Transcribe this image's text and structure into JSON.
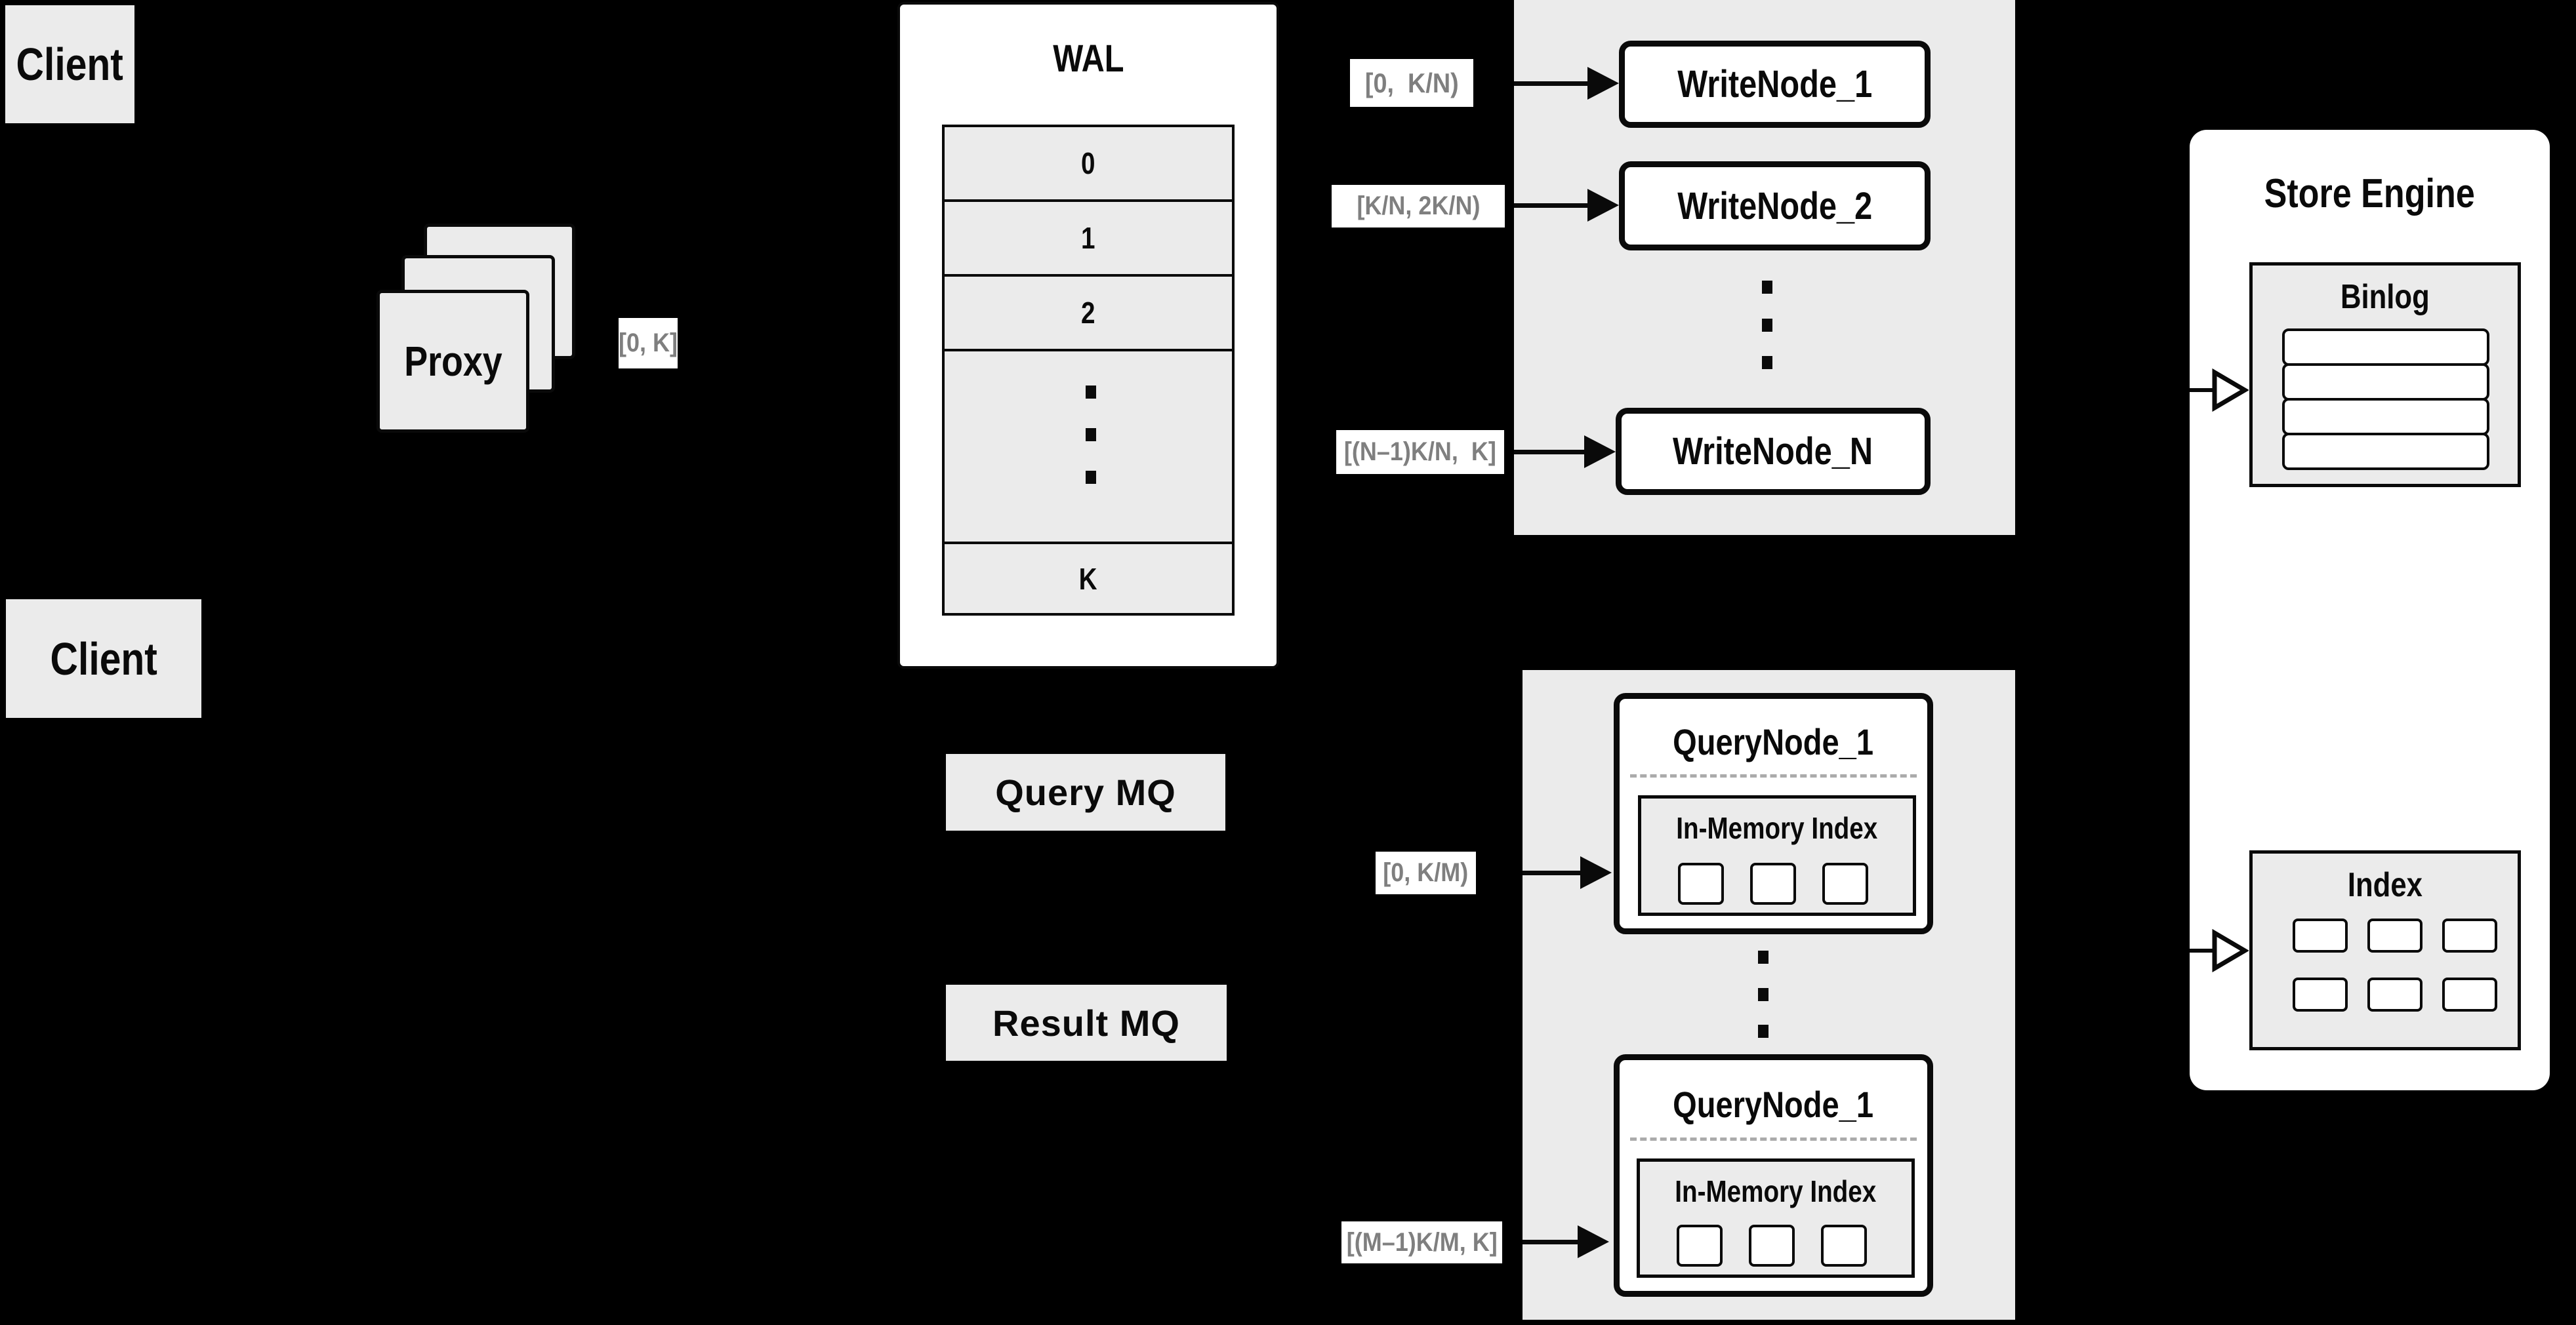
{
  "colors": {
    "background": "#000000",
    "panel_gray": "#ebebeb",
    "box_white": "#ffffff",
    "border_black": "#0a0a0a",
    "interval_text_gray": "#7f7f7f"
  },
  "clients": {
    "top": "Client",
    "bottom": "Client"
  },
  "proxy": {
    "label": "Proxy",
    "interval": "[0, K]"
  },
  "wal": {
    "title": "WAL",
    "rows": [
      "0",
      "1",
      "2"
    ],
    "last_row": "K"
  },
  "write": {
    "nodes": [
      "WriteNode_1",
      "WriteNode_2",
      "WriteNode_N"
    ],
    "intervals": [
      "[0,  K/N)",
      "[K/N, 2K/N)",
      "[(N–1)K/N,  K]"
    ]
  },
  "store": {
    "title": "Store Engine",
    "binlog": "Binlog",
    "index": "Index"
  },
  "mq": {
    "query": "Query MQ",
    "result": "Result MQ"
  },
  "query": {
    "nodes": [
      {
        "title": "QueryNode_1",
        "memory": "In-Memory Index"
      },
      {
        "title": "QueryNode_1",
        "memory": "In-Memory Index"
      }
    ],
    "intervals": [
      "[0, K/M)",
      "[(M–1)K/M, K]"
    ]
  }
}
